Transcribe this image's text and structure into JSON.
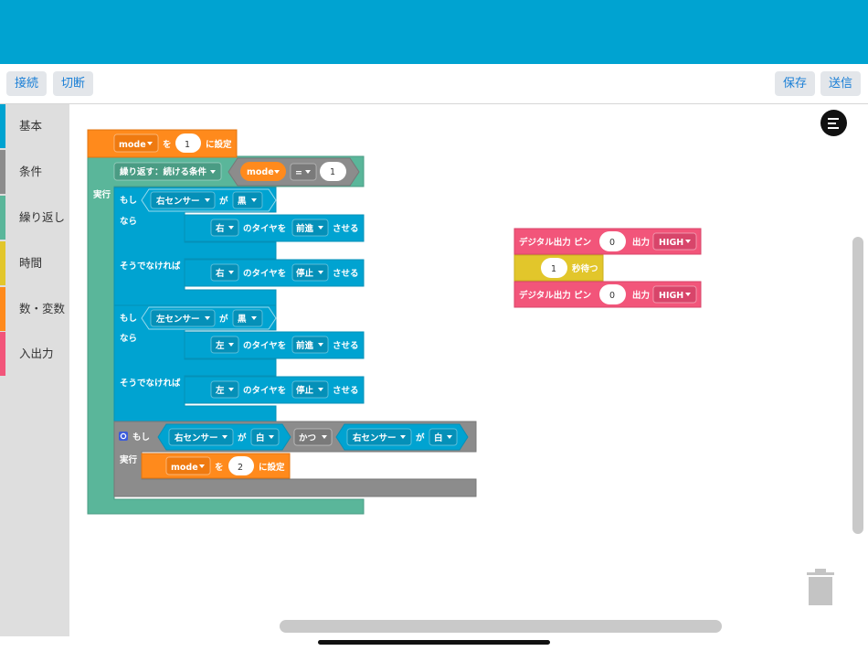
{
  "toolbar": {
    "connect": "接続",
    "disconnect": "切断",
    "save": "保存",
    "send": "送信"
  },
  "sidebar": {
    "categories": [
      {
        "label": "基本",
        "color": "#00a3d1"
      },
      {
        "label": "条件",
        "color": "#8c8c8c"
      },
      {
        "label": "繰り返し",
        "color": "#5ab69a"
      },
      {
        "label": "時間",
        "color": "#e2c62b"
      },
      {
        "label": "数・変数",
        "color": "#ff8a1c"
      },
      {
        "label": "入出力",
        "color": "#f2557a"
      }
    ]
  },
  "colors": {
    "topbar": "#00a3d1",
    "basic": "#00a3d1",
    "condition": "#8c8c8c",
    "loop": "#5ab69a",
    "time": "#e2c62b",
    "variable": "#ff8a1c",
    "io": "#f2557a"
  },
  "blocks": {
    "set_mode_1": {
      "var": "mode",
      "wo": "を",
      "value": "1",
      "suffix": "に設定"
    },
    "repeat": {
      "label": "繰り返す：続ける条件",
      "var": "mode",
      "op": "=",
      "value": "1",
      "do": "実行"
    },
    "if1": {
      "if": "もし",
      "sensor": "右センサー",
      "ga": "が",
      "color": "黒",
      "then": "なら",
      "then_tire": "右",
      "tire_suffix": "のタイヤを",
      "then_action": "前進",
      "saseru": "させる",
      "else": "そうでなければ",
      "else_tire": "右",
      "else_action": "停止"
    },
    "if2": {
      "if": "もし",
      "sensor": "左センサー",
      "ga": "が",
      "color": "黒",
      "then": "なら",
      "then_tire": "左",
      "tire_suffix": "のタイヤを",
      "then_action": "前進",
      "saseru": "させる",
      "else": "そうでなければ",
      "else_tire": "左",
      "else_action": "停止"
    },
    "if3": {
      "if": "もし",
      "left_sensor": "右センサー",
      "ga": "が",
      "left_color": "白",
      "and": "かつ",
      "right_sensor": "右センサー",
      "right_color": "白",
      "do": "実行",
      "set_var": "mode",
      "set_wo": "を",
      "set_value": "2",
      "set_suffix": "に設定"
    },
    "io1": {
      "label": "デジタル出力 ピン",
      "pin": "0",
      "out": "出力",
      "level": "HIGH"
    },
    "wait": {
      "value": "1",
      "label": "秒待つ"
    },
    "io2": {
      "label": "デジタル出力 ピン",
      "pin": "0",
      "out": "出力",
      "level": "HIGH"
    }
  },
  "icons": {
    "menu": "menu-lines-icon",
    "trash": "trash-icon",
    "gear": "gear-icon",
    "dropdown": "caret-down-icon"
  }
}
